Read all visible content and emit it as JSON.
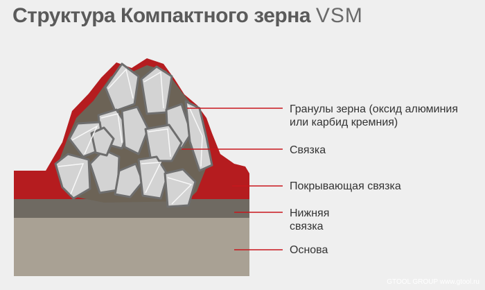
{
  "title": {
    "main": "Структура Компактного зерна",
    "brand": "VSM"
  },
  "labels": {
    "granules_line1": "Гранулы зерна (оксид алюминия",
    "granules_line2": "или карбид кремния)",
    "bond": "Связка",
    "coating_bond": "Покрывающая связка",
    "lower_bond_line1": "Нижняя",
    "lower_bond_line2": "связка",
    "base": "Основа"
  },
  "footer": "GTOOL GROUP www.gtool.ru",
  "colors": {
    "coating": "#b51c1f",
    "lower_bond": "#6f6a62",
    "base": "#a9a194",
    "grain_fill": "#d3d3d3",
    "grain_stroke": "#6e6e6e",
    "bond_fill": "#6c6356",
    "leader_line": "#c8161d"
  }
}
